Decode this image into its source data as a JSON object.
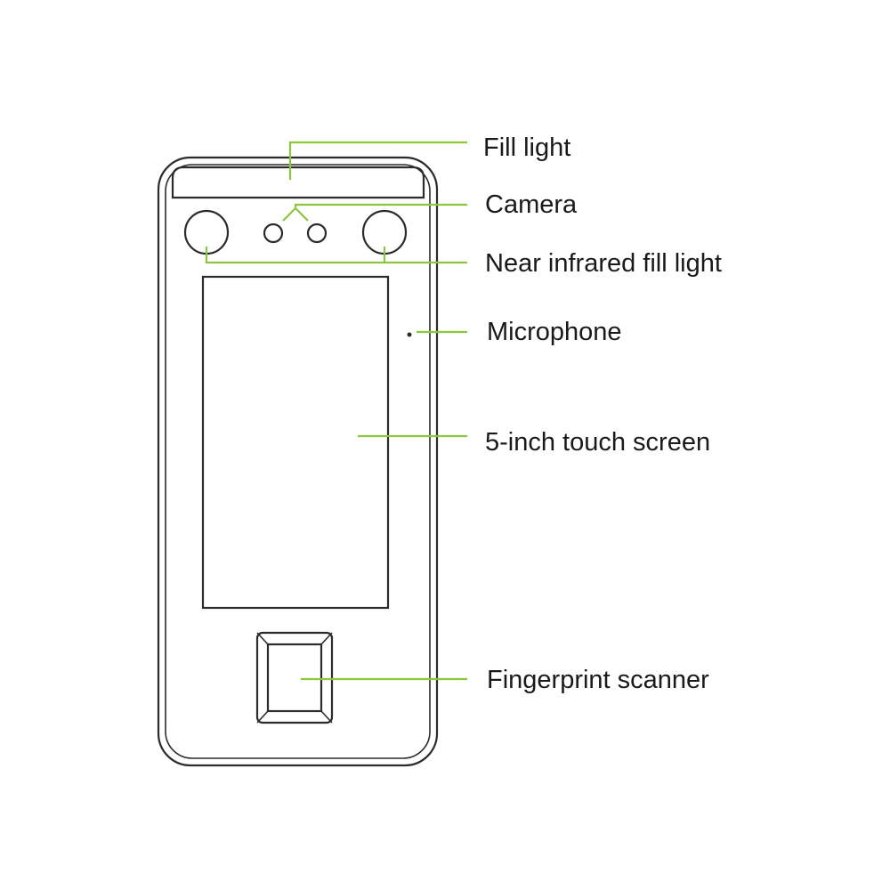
{
  "colors": {
    "leader_line": "#8cc63f",
    "device_outline": "#2b2b2b",
    "label_text": "#1a1a1a",
    "background": "#ffffff"
  },
  "labels": {
    "fill_light": "Fill light",
    "camera": "Camera",
    "near_infrared_fill_light": "Near infrared fill light",
    "microphone": "Microphone",
    "touch_screen": "5-inch touch screen",
    "fingerprint_scanner": "Fingerprint scanner"
  }
}
